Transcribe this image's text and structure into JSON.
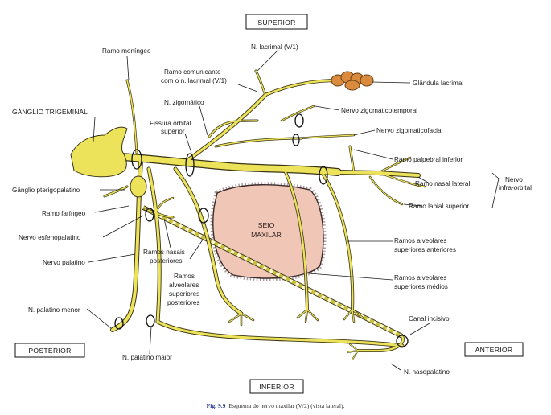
{
  "directions": {
    "superior": "SUPERIOR",
    "inferior": "INFERIOR",
    "anterior": "ANTERIOR",
    "posterior": "POSTERIOR"
  },
  "sinus_label": [
    "SEIO",
    "MAXILAR"
  ],
  "labels": {
    "ramo_meningeo": "Ramo meníngeo",
    "n_lacrimal": "N. lacrimal (V/1)",
    "ramo_comunicante": [
      "Ramo comunicante",
      "com o n. lacrimal (V/1)"
    ],
    "ganglio_trigeminal": "GÂNGLIO TRIGEMINAL",
    "glandula_lacrimal": "Glândula lacrimal",
    "n_zigomatico": "N. zigomático",
    "nervo_zigomaticotemporal": "Nervo zigomaticotemporal",
    "fissura_orbital": [
      "Fissura orbital",
      "superior"
    ],
    "nervo_zigomaticofacial": "Nervo zigomaticofacial",
    "ramo_palpebral": "Ramo palpebral inferior",
    "ramo_nasal_lateral": "Ramo nasal lateral",
    "nervo_infra_orbital": [
      "Nervo",
      "infra-orbital"
    ],
    "ganglio_pterigopalatino": "Gânglio pterigopalatino",
    "ramo_labial": "Ramo labial superior",
    "ramo_faringeo": "Ramo faríngeo",
    "nervo_esfenopalatino": "Nervo esfenopalatino",
    "ramos_nasais": [
      "Ramos nasais",
      "posteriores"
    ],
    "ramos_alv_anteriores": [
      "Ramos alveolares",
      "superiores anteriores"
    ],
    "nervo_palatino": "Nervo palatino",
    "ramos_alv_posteriores": [
      "Ramos",
      "alveolares",
      "superiores",
      "posteriores"
    ],
    "ramos_alv_medios": [
      "Ramos alveolares",
      "superiores médios"
    ],
    "n_palatino_menor": "N. palatino menor",
    "canal_incisivo": "Canal incisivo",
    "n_palatino_maior": "N. palatino maior",
    "n_nasopalatino": "N. nasopalatino"
  },
  "caption": {
    "fig": "Fig. 9.9",
    "text": "Esquema do nervo maxilar (V/2) (vista lateral)."
  },
  "colors": {
    "nerve": "#ece35a",
    "sinus": "#f0c6b6",
    "gland": "#d98a3c",
    "outline": "#3a3416"
  }
}
